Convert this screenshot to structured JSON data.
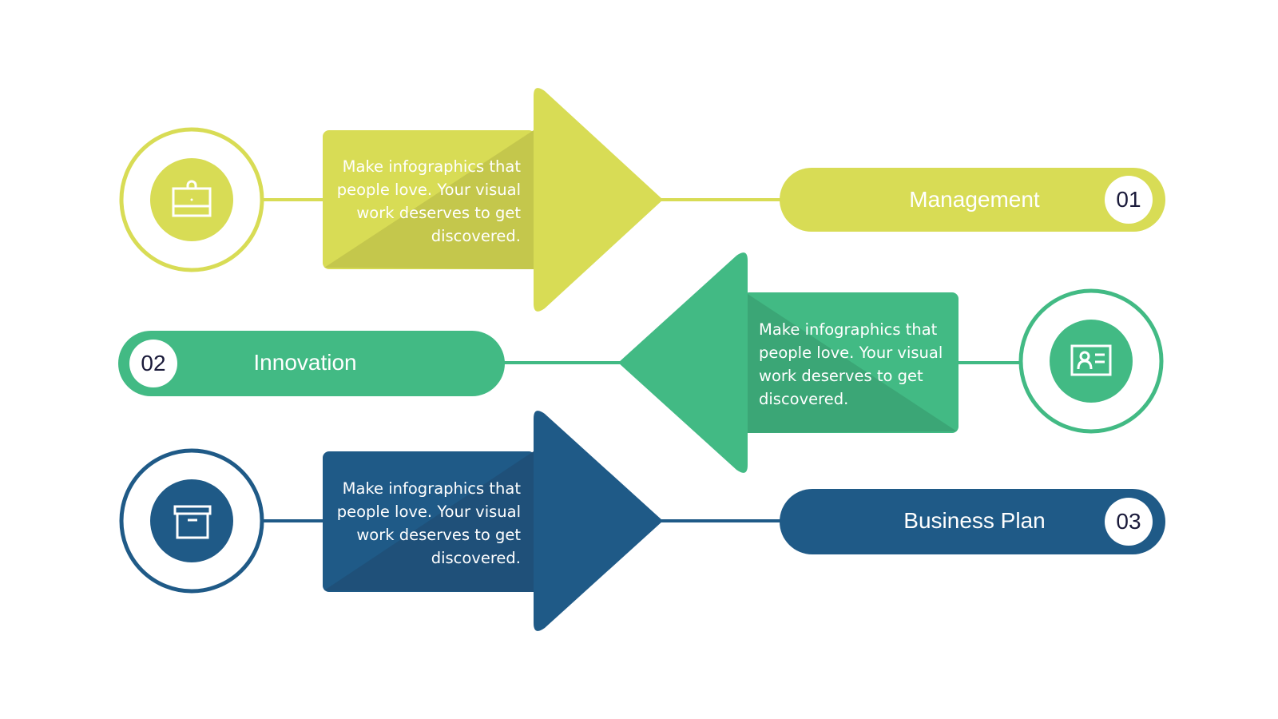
{
  "colors": {
    "yellow": "#D8DC55",
    "yellow_dark": "#C4C74C",
    "green": "#42BA84",
    "green_dark": "#3BA676",
    "blue": "#1F5A87",
    "blue_dark": "#1F5079",
    "number_text": "#1A1A3A"
  },
  "steps": [
    {
      "number": "01",
      "title": "Management",
      "description": "Make infographics that people love. Your visual work deserves to get discovered.",
      "icon": "briefcase-icon",
      "direction": "right",
      "color": "#D8DC55"
    },
    {
      "number": "02",
      "title": "Innovation",
      "description": "Make infographics that people love. Your visual work deserves to get discovered.",
      "icon": "id-card-icon",
      "direction": "left",
      "color": "#42BA84"
    },
    {
      "number": "03",
      "title": "Business Plan",
      "description": "Make infographics that people love. Your visual work deserves to get discovered.",
      "icon": "archive-box-icon",
      "direction": "right",
      "color": "#1F5A87"
    }
  ]
}
